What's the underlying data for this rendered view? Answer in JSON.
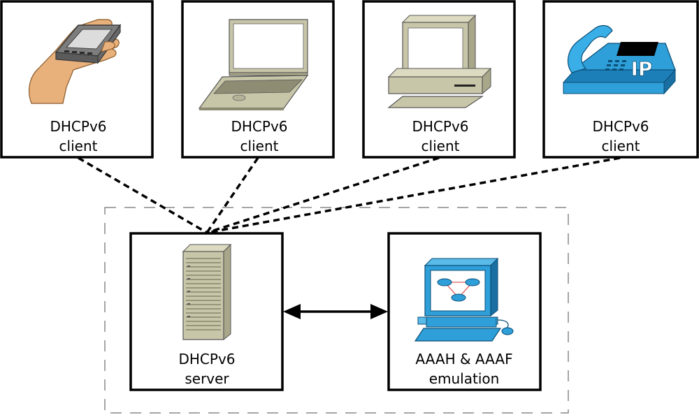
{
  "clients": [
    {
      "line1": "DHCPv6",
      "line2": "client",
      "icon": "pda-in-hand-icon"
    },
    {
      "line1": "DHCPv6",
      "line2": "client",
      "icon": "laptop-icon"
    },
    {
      "line1": "DHCPv6",
      "line2": "client",
      "icon": "desktop-pc-icon"
    },
    {
      "line1": "DHCPv6",
      "line2": "client",
      "icon": "ip-phone-icon"
    }
  ],
  "server": {
    "line1": "DHCPv6",
    "line2": "server",
    "icon": "tower-server-icon"
  },
  "aaa": {
    "line1": "AAAH & AAAF",
    "line2": "emulation",
    "icon": "network-management-workstation-icon"
  },
  "ip_phone_badge": "IP",
  "colors": {
    "border": "#000000",
    "dashed_connector": "#000000",
    "group_outline": "#888888",
    "device_beige": "#c8c6a8",
    "device_blue": "#2e9fd8",
    "hand": "#e8b07a"
  }
}
